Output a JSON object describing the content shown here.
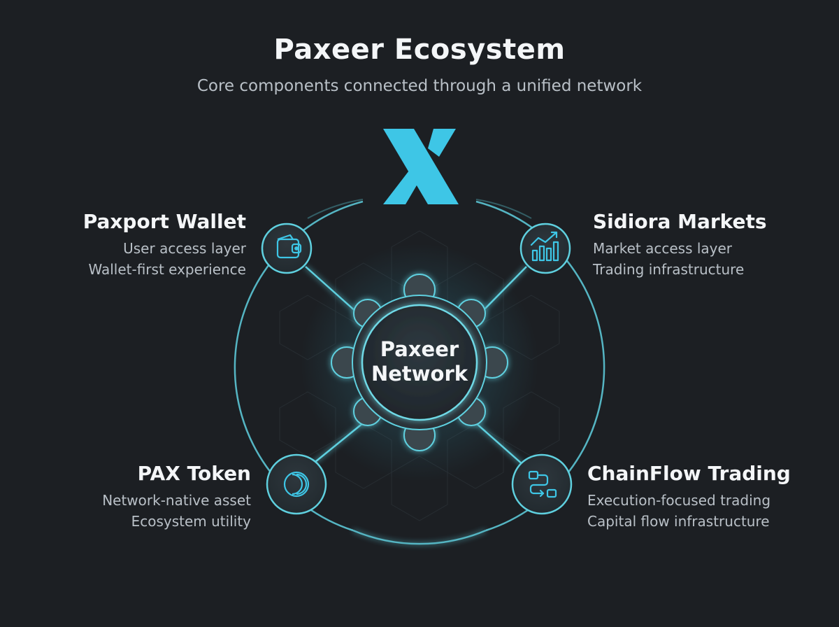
{
  "header": {
    "title": "Paxeer Ecosystem",
    "subtitle": "Core components connected through a unified network"
  },
  "logo": {
    "icon": "x-logo-icon",
    "color": "#3ec6e6"
  },
  "hub": {
    "line1": "Paxeer",
    "line2": "Network"
  },
  "nodes": {
    "paxport": {
      "title": "Paxport Wallet",
      "lines": [
        "User access layer",
        "Wallet-first experience"
      ],
      "icon": "wallet-icon"
    },
    "sidiora": {
      "title": "Sidiora Markets",
      "lines": [
        "Market access layer",
        "Trading infrastructure"
      ],
      "icon": "bar-chart-trend-icon"
    },
    "pax": {
      "title": "PAX Token",
      "lines": [
        "Network-native asset",
        "Ecosystem utility"
      ],
      "icon": "coin-icon"
    },
    "chainflow": {
      "title": "ChainFlow Trading",
      "lines": [
        "Execution-focused trading",
        "Capital flow infrastructure"
      ],
      "icon": "flow-arrows-icon"
    }
  },
  "colors": {
    "background": "#1c1f23",
    "accent": "#3ec6e6",
    "ring": "#5fd0df",
    "node_fill": "#2a3238",
    "text": "#f4f6f8",
    "muted": "#b9c0c7"
  }
}
